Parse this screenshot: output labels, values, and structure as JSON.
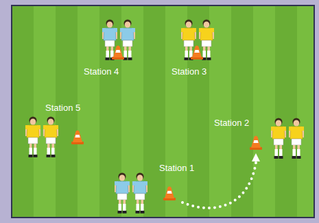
{
  "diagram": {
    "labels": [
      "Station 4",
      "Station 3",
      "Station 5",
      "Station 2",
      "Station 1"
    ]
  }
}
